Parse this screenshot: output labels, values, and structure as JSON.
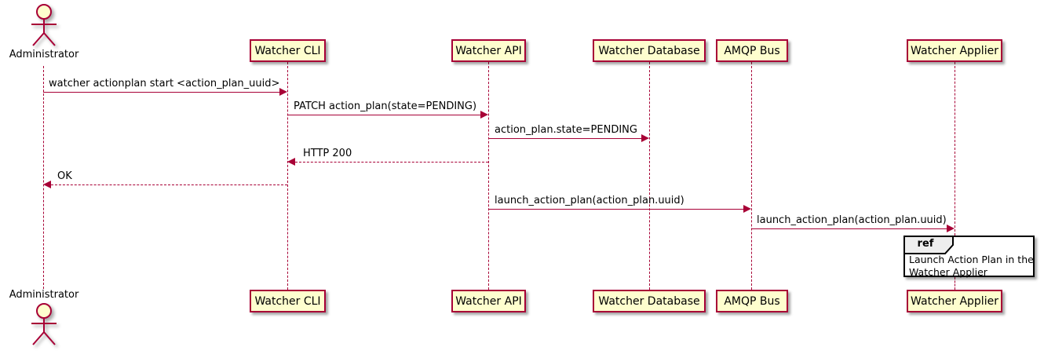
{
  "colors": {
    "fill": "#FEFECE",
    "stroke": "#A80036",
    "text": "#000000",
    "ref_header": "#EEEEEE",
    "ref_border": "#000000",
    "background": "#FFFFFF"
  },
  "actor": {
    "label": "Administrator"
  },
  "participants": [
    {
      "label": "Watcher CLI"
    },
    {
      "label": "Watcher API"
    },
    {
      "label": "Watcher Database"
    },
    {
      "label": "AMQP Bus"
    },
    {
      "label": "Watcher Applier"
    }
  ],
  "messages": [
    {
      "text": "watcher actionplan start <action_plan_uuid>",
      "from": "Administrator",
      "to": "Watcher CLI",
      "style": "solid"
    },
    {
      "text": "PATCH action_plan(state=PENDING)",
      "from": "Watcher CLI",
      "to": "Watcher API",
      "style": "solid"
    },
    {
      "text": "action_plan.state=PENDING",
      "from": "Watcher API",
      "to": "Watcher Database",
      "style": "solid"
    },
    {
      "text": "HTTP 200",
      "from": "Watcher API",
      "to": "Watcher CLI",
      "style": "dashed"
    },
    {
      "text": "OK",
      "from": "Watcher CLI",
      "to": "Administrator",
      "style": "dashed"
    },
    {
      "text": "launch_action_plan(action_plan.uuid)",
      "from": "Watcher API",
      "to": "AMQP Bus",
      "style": "solid"
    },
    {
      "text": "launch_action_plan(action_plan.uuid)",
      "from": "AMQP Bus",
      "to": "Watcher Applier",
      "style": "solid"
    }
  ],
  "ref": {
    "keyword": "ref",
    "line1": "Launch Action Plan in the",
    "line2": "Watcher Applier"
  }
}
